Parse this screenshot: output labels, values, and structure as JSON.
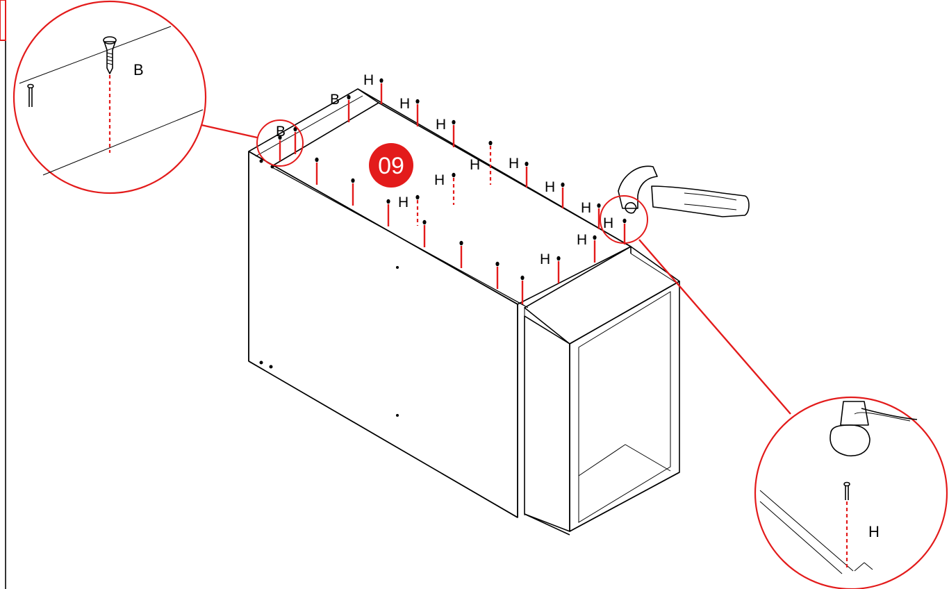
{
  "step": {
    "number": "09",
    "color": "#e31b1b"
  },
  "labels": {
    "screw_part": "B",
    "nail_part": "H"
  },
  "colors": {
    "guide": "#e31b1b",
    "outline": "#000000",
    "background": "#ffffff"
  },
  "icons": [
    "hammer-icon",
    "screw-icon",
    "nail-icon"
  ]
}
